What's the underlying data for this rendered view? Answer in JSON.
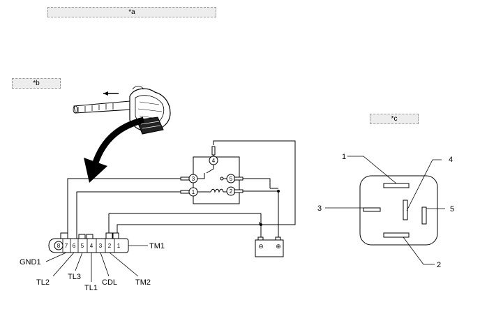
{
  "callouts": {
    "a": "*a",
    "b": "*b",
    "c": "*c"
  },
  "connector": {
    "pins": [
      "8",
      "7",
      "6",
      "5",
      "4",
      "3",
      "2",
      "1"
    ],
    "labels": {
      "gnd1": "GND1",
      "tl2": "TL2",
      "tl3": "TL3",
      "tl1": "TL1",
      "cdl": "CDL",
      "tm2": "TM2",
      "tm1": "TM1"
    }
  },
  "relay_schematic": {
    "terminals": [
      "4",
      "3",
      "5",
      "1",
      "2"
    ]
  },
  "battery": {
    "negative": "⊖",
    "positive": "⊕"
  },
  "relay_pinout": {
    "labels": [
      "1",
      "4",
      "3",
      "5",
      "2"
    ]
  },
  "colors": {
    "callout_bg": "#ededed",
    "line": "#000000"
  }
}
